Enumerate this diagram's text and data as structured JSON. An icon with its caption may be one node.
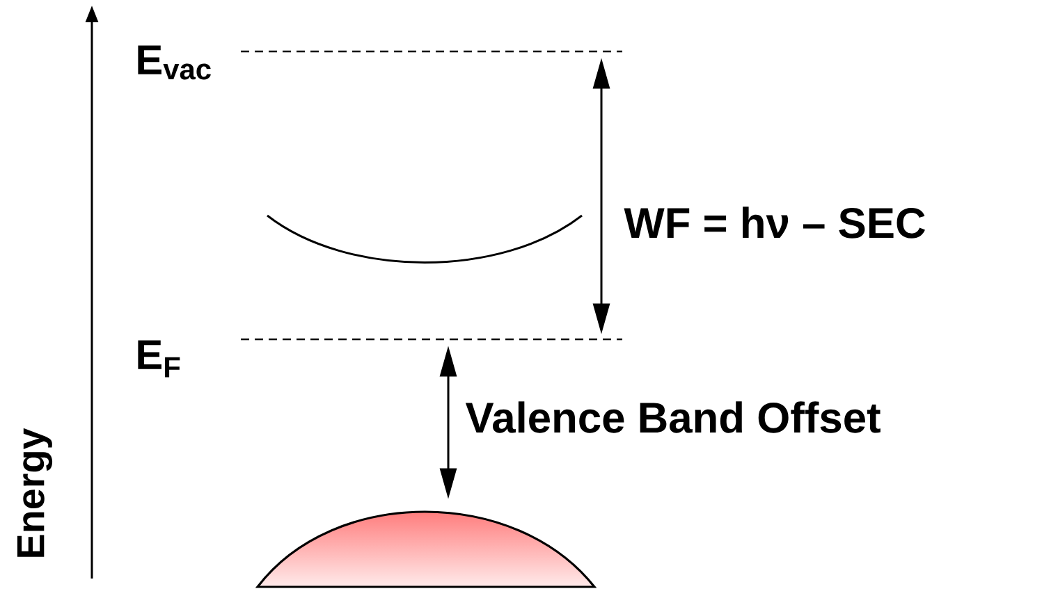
{
  "diagram": {
    "nodes": [
      {
        "text": [
          "E$_{vac}$"
        ]
      },
      {
        "text": [
          "E$_{F}$"
        ]
      },
      {
        "text": [],
        "shape": "dome"
      }
    ],
    "edges": [
      {
        "from": 0,
        "to": 1,
        "arrow": "both",
        "label": "WF = hν – SEC"
      },
      {
        "from": 1,
        "to": 2,
        "arrow": "both",
        "label": "Valence Band Offset"
      }
    ],
    "labels": [
      "Energy"
    ]
  }
}
